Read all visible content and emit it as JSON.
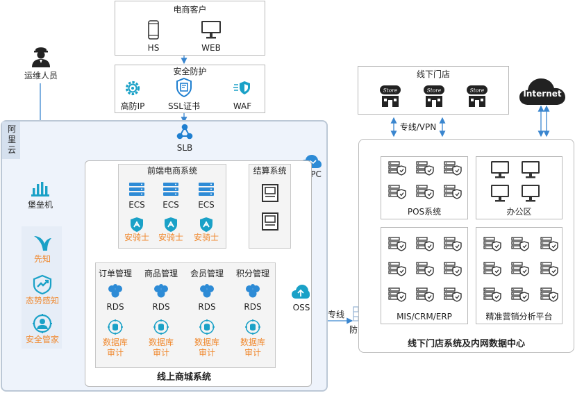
{
  "ecommerce_customers": {
    "title": "电商客户",
    "hs": "HS",
    "web": "WEB"
  },
  "security": {
    "title": "安全防护",
    "anti_ddos": "高防IP",
    "ssl": "SSL证书",
    "waf": "WAF"
  },
  "ops": {
    "label": "运维人员"
  },
  "aliyun": {
    "label": "阿里云",
    "slb": "SLB",
    "vpc": "VPC",
    "bastion": "堡垒机"
  },
  "sec_products": {
    "xianzhi": "先知",
    "situation": "态势感知",
    "manager": "安全管家"
  },
  "frontend": {
    "title": "前端电商系统",
    "ecs": [
      "ECS",
      "ECS",
      "ECS"
    ],
    "guard": [
      "安骑士",
      "安骑士",
      "安骑士"
    ]
  },
  "settlement": {
    "title": "结算系统"
  },
  "services": {
    "items": [
      {
        "title": "订单管理",
        "rds": "RDS",
        "audit": "数据库审计"
      },
      {
        "title": "商品管理",
        "rds": "RDS",
        "audit": "数据库审计"
      },
      {
        "title": "会员管理",
        "rds": "RDS",
        "audit": "数据库审计"
      },
      {
        "title": "积分管理",
        "rds": "RDS",
        "audit": "数据库审计"
      }
    ],
    "oss": "OSS"
  },
  "online_mall": {
    "title": "线上商城系统"
  },
  "link": {
    "dedicated": "专线",
    "firewall": "防火墙",
    "vpn": "专线/VPN"
  },
  "offline": {
    "stores_title": "线下门店",
    "store_sign": "Store",
    "internet": "Internet",
    "pos": "POS系统",
    "office": "办公区",
    "mis": "MIS/CRM/ERP",
    "marketing": "精准营销分析平台",
    "dc_title": "线下门店系统及内网数据中心"
  },
  "colors": {
    "accent": "#2d8bd6",
    "teal": "#1aa1c7",
    "orange": "#f0892f",
    "cloud_bg": "#eef3fb"
  }
}
